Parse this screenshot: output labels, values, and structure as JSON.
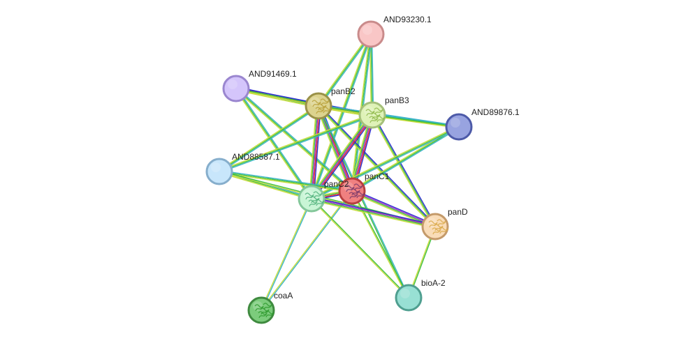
{
  "network": {
    "nodes": [
      {
        "id": "AND93230.1",
        "label": "AND93230.1",
        "fill": "#f9c6c6",
        "stroke": "#c98b8b",
        "structure": false
      },
      {
        "id": "AND91469.1",
        "label": "AND91469.1",
        "fill": "#d4c5fb",
        "stroke": "#9a86cf",
        "structure": false
      },
      {
        "id": "panB2",
        "label": "panB2",
        "fill": "#dcd38e",
        "stroke": "#9a9148",
        "structure": true,
        "glyph": "#b9a03a"
      },
      {
        "id": "panB3",
        "label": "panB3",
        "fill": "#dff2b8",
        "stroke": "#a5c07a",
        "structure": true,
        "glyph": "#8fb84a"
      },
      {
        "id": "AND89876.1",
        "label": "AND89876.1",
        "fill": "#98a3e0",
        "stroke": "#4d5aa8",
        "structure": false
      },
      {
        "id": "AND88587.1",
        "label": "AND88587.1",
        "fill": "#c8e6fb",
        "stroke": "#86aecc",
        "structure": false
      },
      {
        "id": "panC1",
        "label": "panC1",
        "fill": "#f08080",
        "stroke": "#b84040",
        "structure": true,
        "glyph": "#7a3a6a"
      },
      {
        "id": "panC2",
        "label": "panC2",
        "fill": "#c9f5d6",
        "stroke": "#84c79a",
        "structure": true,
        "glyph": "#4fb07a"
      },
      {
        "id": "panD",
        "label": "panD",
        "fill": "#f9dcb8",
        "stroke": "#c49a6a",
        "structure": true,
        "glyph": "#d9a94a"
      },
      {
        "id": "bioA-2",
        "label": "bioA-2",
        "fill": "#98e0d4",
        "stroke": "#4f9f90",
        "structure": false
      },
      {
        "id": "coaA",
        "label": "coaA",
        "fill": "#7ccc7c",
        "stroke": "#3f8a3f",
        "structure": true,
        "glyph": "#2f9a2f"
      }
    ],
    "edges": [
      {
        "from": "AND93230.1",
        "to": "panB2",
        "colors": [
          "#3cb4c8",
          "#3fbf3f",
          "#c8dc3c"
        ]
      },
      {
        "from": "AND93230.1",
        "to": "panB3",
        "colors": [
          "#3cb4c8",
          "#3fbf3f",
          "#c8dc3c"
        ]
      },
      {
        "from": "AND93230.1",
        "to": "panC1",
        "colors": [
          "#3cb4c8",
          "#3fbf3f",
          "#c8dc3c"
        ]
      },
      {
        "from": "AND93230.1",
        "to": "panC2",
        "colors": [
          "#3cb4c8",
          "#3fbf3f",
          "#c8dc3c"
        ]
      },
      {
        "from": "AND91469.1",
        "to": "panB2",
        "colors": [
          "#2b2bd0",
          "#e02b2b",
          "#3fbf3f",
          "#c8dc3c"
        ]
      },
      {
        "from": "AND91469.1",
        "to": "panB3",
        "colors": [
          "#2b2bd0",
          "#3fbf3f",
          "#c8dc3c"
        ]
      },
      {
        "from": "AND91469.1",
        "to": "panC1",
        "colors": [
          "#3cb4c8",
          "#3fbf3f",
          "#c8dc3c"
        ]
      },
      {
        "from": "AND91469.1",
        "to": "panC2",
        "colors": [
          "#3cb4c8",
          "#3fbf3f",
          "#c8dc3c"
        ]
      },
      {
        "from": "panB2",
        "to": "panB3",
        "colors": [
          "#2b2bd0",
          "#e02b2b",
          "#3fbf3f",
          "#c8dc3c"
        ]
      },
      {
        "from": "panB2",
        "to": "AND89876.1",
        "colors": [
          "#3cb4c8",
          "#3fbf3f",
          "#c8dc3c"
        ]
      },
      {
        "from": "panB2",
        "to": "AND88587.1",
        "colors": [
          "#3cb4c8",
          "#3fbf3f",
          "#c8dc3c"
        ]
      },
      {
        "from": "panB2",
        "to": "panC1",
        "colors": [
          "#2b2bd0",
          "#e02b2b",
          "#a02bc8",
          "#3fbf3f",
          "#c8dc3c"
        ]
      },
      {
        "from": "panB2",
        "to": "panC2",
        "colors": [
          "#2b2bd0",
          "#e02b2b",
          "#a02bc8",
          "#3fbf3f",
          "#c8dc3c"
        ]
      },
      {
        "from": "panB2",
        "to": "panD",
        "colors": [
          "#2b2bd0",
          "#3fbf3f",
          "#c8dc3c"
        ]
      },
      {
        "from": "panB2",
        "to": "bioA-2",
        "colors": [
          "#3cb4c8",
          "#3fbf3f"
        ]
      },
      {
        "from": "panB3",
        "to": "AND89876.1",
        "colors": [
          "#3cb4c8",
          "#3fbf3f",
          "#c8dc3c"
        ]
      },
      {
        "from": "panB3",
        "to": "AND88587.1",
        "colors": [
          "#3cb4c8",
          "#3fbf3f",
          "#c8dc3c"
        ]
      },
      {
        "from": "panB3",
        "to": "panC1",
        "colors": [
          "#2b2bd0",
          "#e02b2b",
          "#a02bc8",
          "#3fbf3f",
          "#c8dc3c"
        ]
      },
      {
        "from": "panB3",
        "to": "panC2",
        "colors": [
          "#2b2bd0",
          "#e02b2b",
          "#a02bc8",
          "#3fbf3f",
          "#c8dc3c"
        ]
      },
      {
        "from": "panB3",
        "to": "panD",
        "colors": [
          "#2b2bd0",
          "#3fbf3f",
          "#c8dc3c"
        ]
      },
      {
        "from": "AND89876.1",
        "to": "panC1",
        "colors": [
          "#3cb4c8",
          "#3fbf3f",
          "#c8dc3c"
        ]
      },
      {
        "from": "AND89876.1",
        "to": "panC2",
        "colors": [
          "#3cb4c8",
          "#3fbf3f",
          "#c8dc3c"
        ]
      },
      {
        "from": "AND88587.1",
        "to": "panC1",
        "colors": [
          "#3cb4c8",
          "#3fbf3f",
          "#c8dc3c"
        ]
      },
      {
        "from": "AND88587.1",
        "to": "panC2",
        "colors": [
          "#3cb4c8",
          "#3fbf3f",
          "#c8dc3c"
        ]
      },
      {
        "from": "AND88587.1",
        "to": "panD",
        "colors": [
          "#3fbf3f",
          "#c8dc3c"
        ]
      },
      {
        "from": "panC1",
        "to": "panC2",
        "colors": [
          "#2b2bd0",
          "#e02b2b",
          "#3fbf3f",
          "#c8dc3c"
        ]
      },
      {
        "from": "panC1",
        "to": "panD",
        "colors": [
          "#2b2bd0",
          "#a02bc8",
          "#3fbf3f",
          "#c8dc3c"
        ]
      },
      {
        "from": "panC1",
        "to": "bioA-2",
        "colors": [
          "#3fbf3f",
          "#c8dc3c"
        ]
      },
      {
        "from": "panC1",
        "to": "coaA",
        "colors": [
          "#3cb4c8",
          "#c8dc3c"
        ]
      },
      {
        "from": "panC2",
        "to": "panD",
        "colors": [
          "#2b2bd0",
          "#a02bc8",
          "#3fbf3f",
          "#c8dc3c"
        ]
      },
      {
        "from": "panC2",
        "to": "bioA-2",
        "colors": [
          "#3fbf3f",
          "#c8dc3c"
        ]
      },
      {
        "from": "panC2",
        "to": "coaA",
        "colors": [
          "#3cb4c8",
          "#c8dc3c"
        ]
      },
      {
        "from": "panD",
        "to": "bioA-2",
        "colors": [
          "#3fbf3f",
          "#c8dc3c"
        ]
      }
    ]
  }
}
